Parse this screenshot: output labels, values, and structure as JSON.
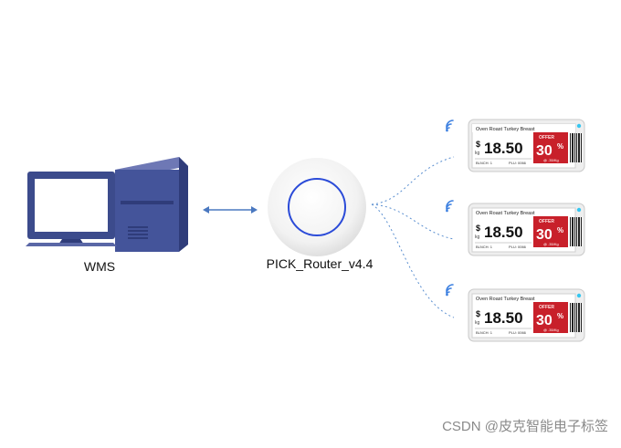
{
  "wms": {
    "label": "WMS"
  },
  "router": {
    "label": "PICK_Router_v4.4"
  },
  "tag": {
    "title": "Oven Roast Turkey Breast",
    "currency": "$",
    "unit": "kg",
    "price": "18.50",
    "offer_label": "OFFER",
    "discount": "30",
    "percent": "%",
    "offer_note": "@ .35/Kg",
    "sku_left": "BLNCH: 1",
    "sku_right": "PLU: 0066"
  },
  "watermark": {
    "text": "CSDN @皮克智能电子标签"
  },
  "colors": {
    "monitor": "#3c4b8c",
    "router_ring": "#2b4bd8",
    "tag_red": "#c8202a",
    "link": "#5b8fd0"
  }
}
